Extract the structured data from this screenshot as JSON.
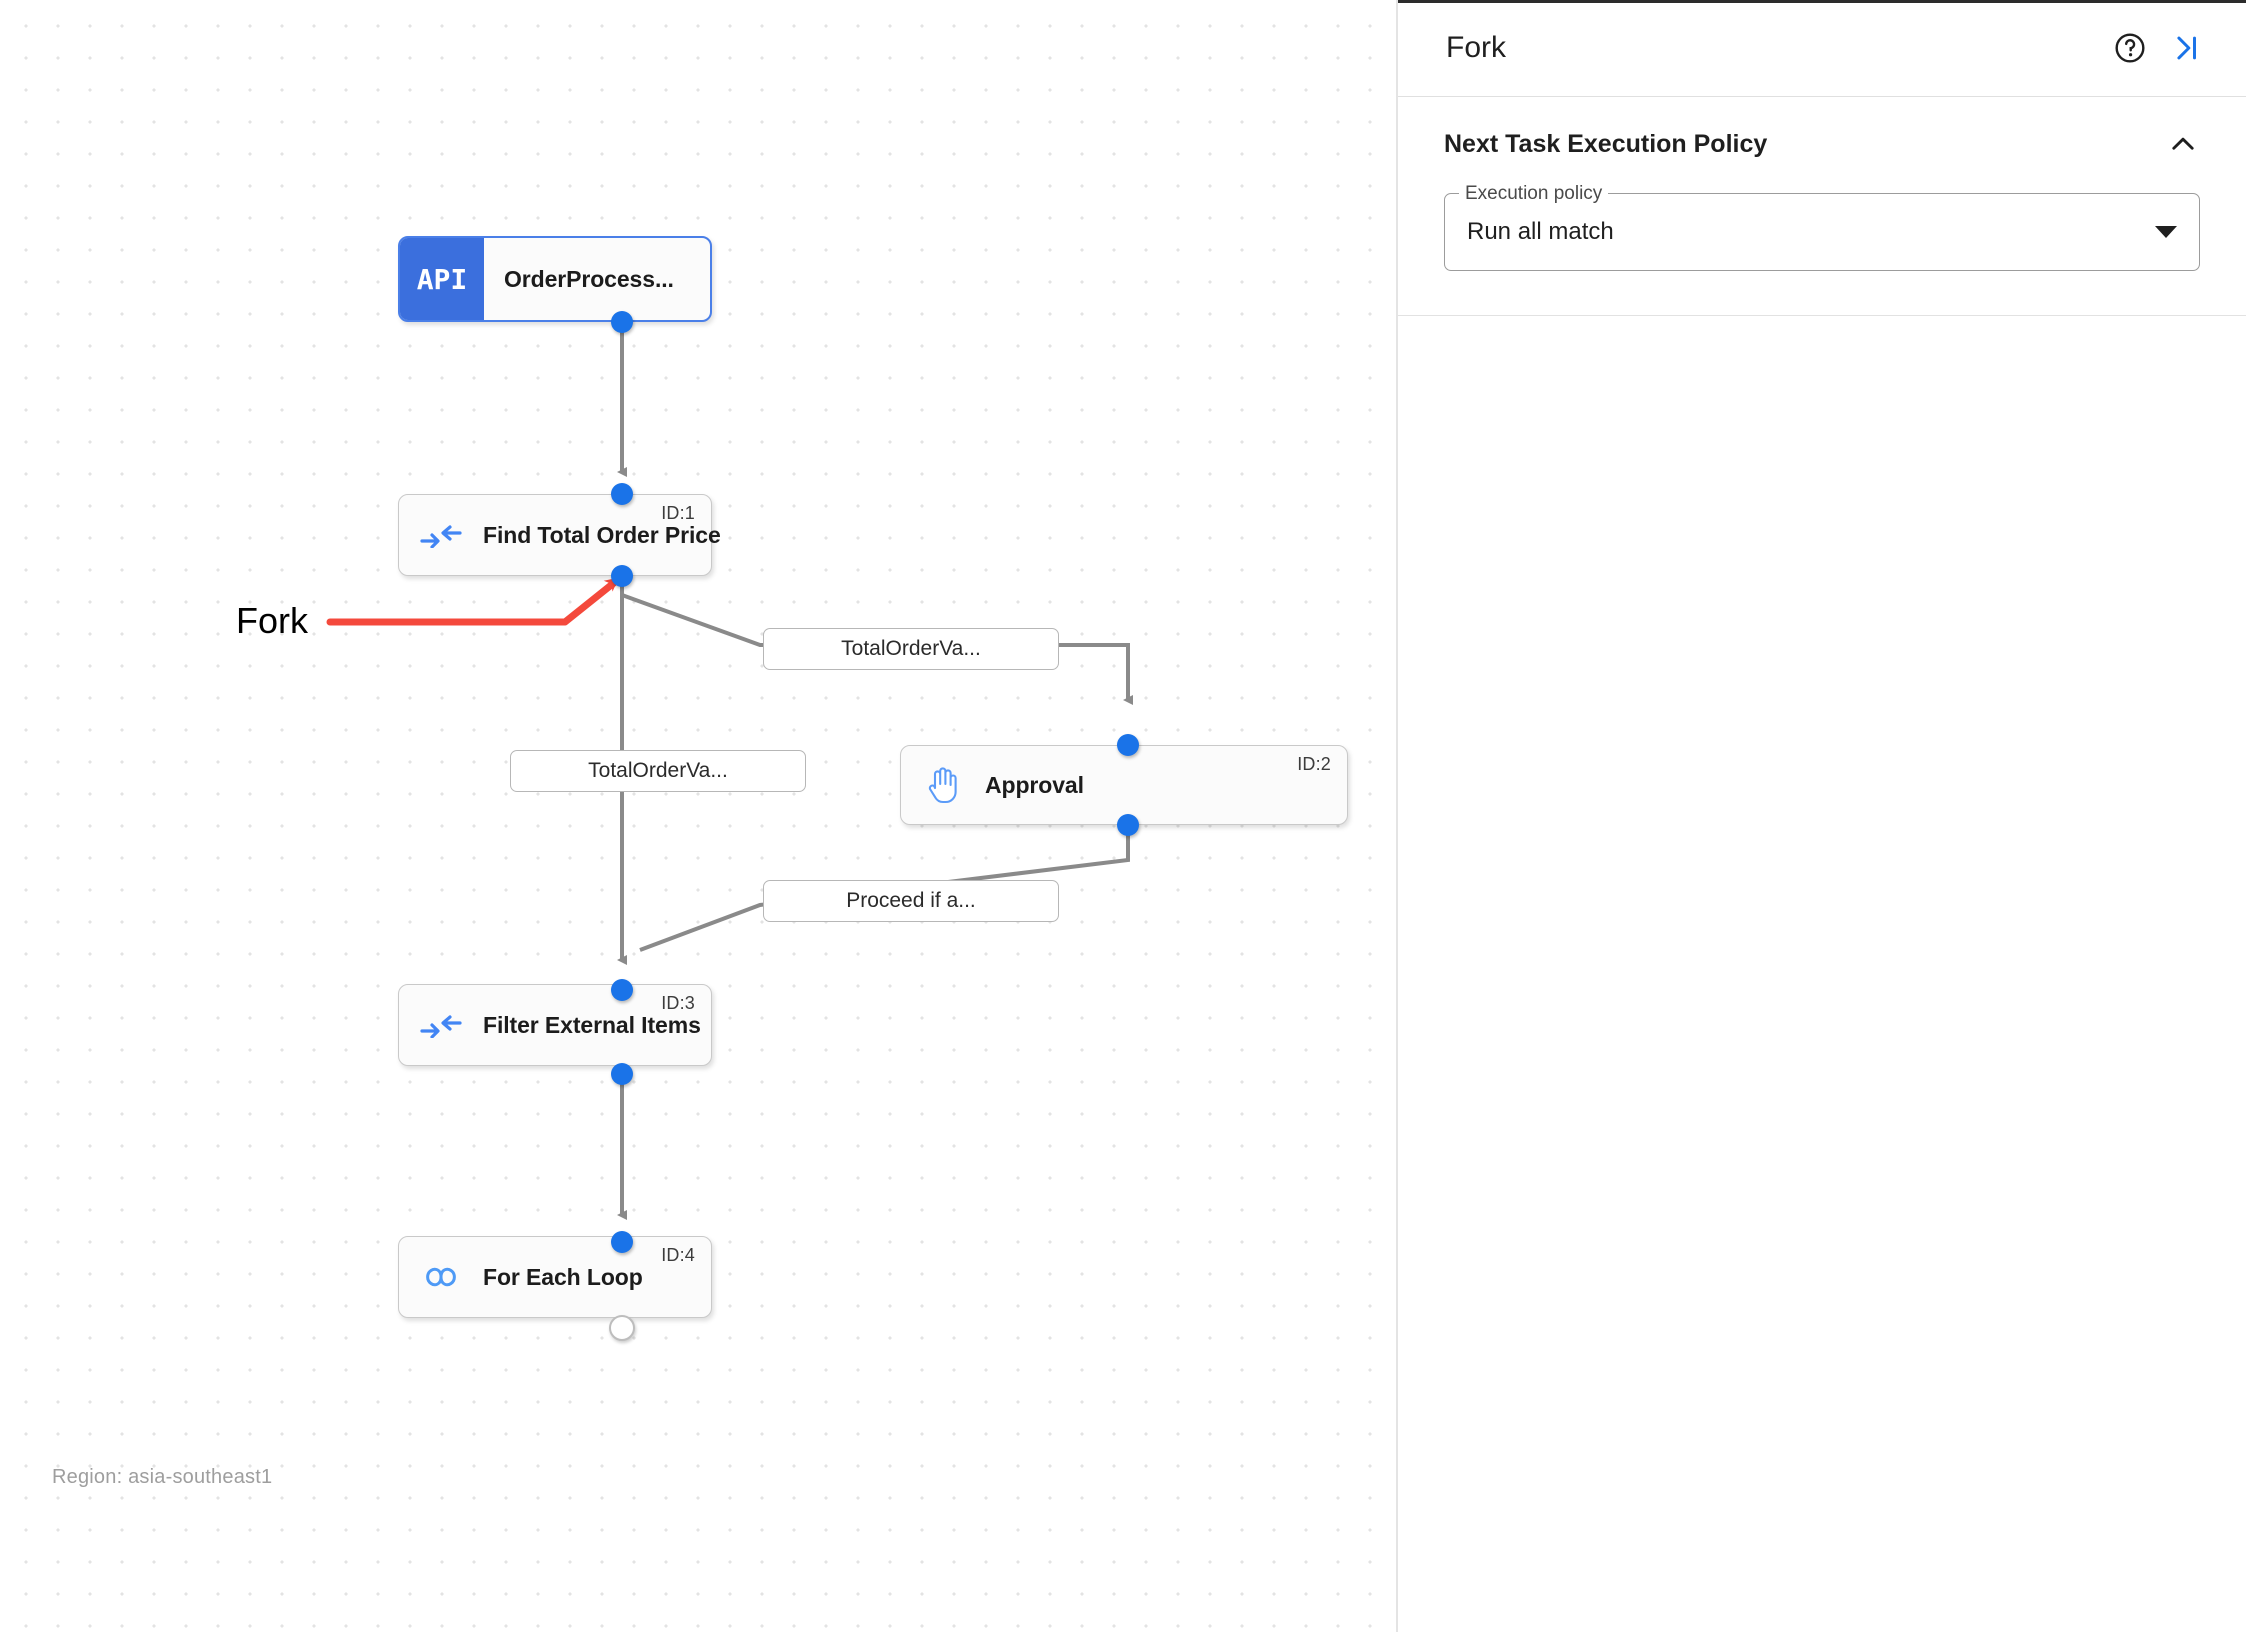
{
  "canvas": {
    "region_text": "Region: asia-southeast1",
    "annotation": {
      "label": "Fork",
      "color": "#f4493c"
    },
    "nodes": [
      {
        "key": "trigger",
        "label": "OrderProcess...",
        "icon": "api-icon",
        "badge_text": "API",
        "id_text": "",
        "selected": true
      },
      {
        "key": "task1",
        "label": "Find Total Order Price",
        "icon": "merge-icon",
        "badge_text": "",
        "id_text": "ID:1",
        "selected": false
      },
      {
        "key": "task2",
        "label": "Approval",
        "icon": "hand-icon",
        "badge_text": "",
        "id_text": "ID:2",
        "selected": false
      },
      {
        "key": "task3",
        "label": "Filter External Items",
        "icon": "merge-icon",
        "badge_text": "",
        "id_text": "ID:3",
        "selected": false
      },
      {
        "key": "task4",
        "label": "For Each Loop",
        "icon": "loop-icon",
        "badge_text": "",
        "id_text": "ID:4",
        "selected": false
      }
    ],
    "edge_labels": [
      {
        "key": "e1",
        "text": "TotalOrderVa..."
      },
      {
        "key": "e2",
        "text": "TotalOrderVa..."
      },
      {
        "key": "e3",
        "text": "Proceed if a..."
      }
    ]
  },
  "panel": {
    "title": "Fork",
    "help_icon": "help-circle-icon",
    "collapse_icon": "collapse-panel-right-icon",
    "section": {
      "title": "Next Task Execution Policy",
      "toggle_icon": "chevron-up-icon",
      "field": {
        "legend": "Execution policy",
        "value": "Run all match",
        "caret_icon": "chevron-down-icon"
      }
    }
  },
  "colors": {
    "accent_blue": "#1a73e8",
    "api_badge": "#3b6fdd",
    "annotation_red": "#f4493c",
    "edge_gray": "#8a8a8a"
  }
}
